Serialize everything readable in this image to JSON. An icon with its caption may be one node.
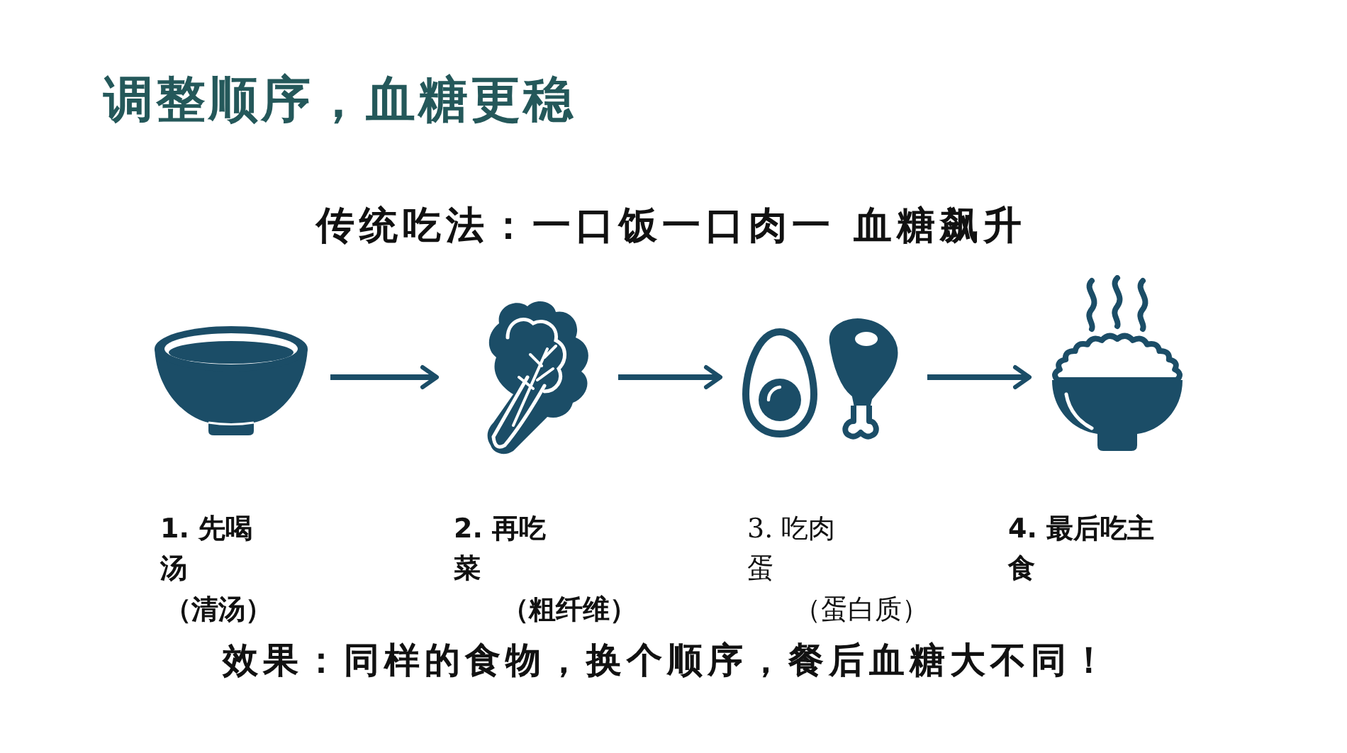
{
  "diagram": {
    "title": "调整顺序，血糖更稳",
    "nodes": [
      {
        "text": [],
        "shape": "picture",
        "beside": [
          "1. 先喝汤",
          "（清汤）"
        ]
      },
      {
        "text": [],
        "shape": "picture",
        "beside": [
          "2. 再吃菜",
          "（粗纤维）"
        ]
      },
      {
        "text": [],
        "shape": "picture",
        "beside": [
          "3. 吃肉蛋",
          "（蛋白质）"
        ]
      },
      {
        "text": [],
        "shape": "picture",
        "beside": [
          "4. 最后吃主食"
        ]
      }
    ],
    "edges": [
      {
        "from": 0,
        "to": 1,
        "arrow": "to"
      },
      {
        "from": 1,
        "to": 2,
        "arrow": "to"
      },
      {
        "from": 2,
        "to": 3,
        "arrow": "to"
      }
    ],
    "labels": [
      "传统吃法：一口饭一口肉一 血糖飙升",
      "效果：同样的食物，换个顺序，餐后血糖大不同！"
    ]
  }
}
